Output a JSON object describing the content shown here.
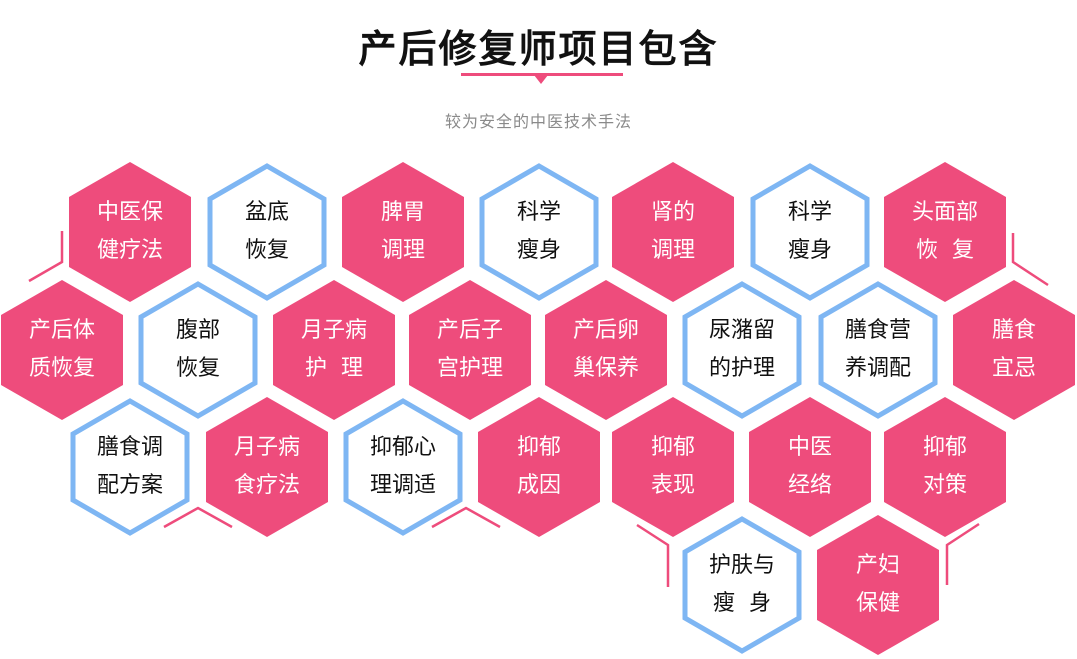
{
  "header": {
    "title": "产后修复师项目包含",
    "subtitle": "较为安全的中医技术手法"
  },
  "colors": {
    "pink": "#EE4C7C",
    "blue": "#7EB6F3",
    "title": "#111111",
    "subtitle": "#8A8A8A"
  },
  "hexagons": [
    {
      "id": "r1c1",
      "row": 1,
      "style": "pink",
      "lines": [
        "中医保",
        "健疗法"
      ]
    },
    {
      "id": "r1c2",
      "row": 1,
      "style": "blue",
      "lines": [
        "盆底",
        "恢复"
      ]
    },
    {
      "id": "r1c3",
      "row": 1,
      "style": "pink",
      "lines": [
        "脾胃",
        "调理"
      ]
    },
    {
      "id": "r1c4",
      "row": 1,
      "style": "blue",
      "lines": [
        "科学",
        "瘦身"
      ]
    },
    {
      "id": "r1c5",
      "row": 1,
      "style": "pink",
      "lines": [
        "肾的",
        "调理"
      ]
    },
    {
      "id": "r1c6",
      "row": 1,
      "style": "blue",
      "lines": [
        "科学",
        "瘦身"
      ]
    },
    {
      "id": "r1c7",
      "row": 1,
      "style": "pink",
      "lines": [
        "头面部",
        "恢  复"
      ]
    },
    {
      "id": "r2c1",
      "row": 2,
      "style": "pink",
      "lines": [
        "产后体",
        "质恢复"
      ]
    },
    {
      "id": "r2c2",
      "row": 2,
      "style": "blue",
      "lines": [
        "腹部",
        "恢复"
      ]
    },
    {
      "id": "r2c3",
      "row": 2,
      "style": "pink",
      "lines": [
        "月子病",
        "护  理"
      ]
    },
    {
      "id": "r2c4",
      "row": 2,
      "style": "pink",
      "lines": [
        "产后子",
        "宫护理"
      ]
    },
    {
      "id": "r2c5",
      "row": 2,
      "style": "pink",
      "lines": [
        "产后卵",
        "巢保养"
      ]
    },
    {
      "id": "r2c6",
      "row": 2,
      "style": "blue",
      "lines": [
        "尿潴留",
        "的护理"
      ]
    },
    {
      "id": "r2c7",
      "row": 2,
      "style": "blue",
      "lines": [
        "膳食营",
        "养调配"
      ]
    },
    {
      "id": "r2c8",
      "row": 2,
      "style": "pink",
      "lines": [
        "膳食",
        "宜忌"
      ]
    },
    {
      "id": "r3c1",
      "row": 3,
      "style": "blue",
      "lines": [
        "膳食调",
        "配方案"
      ]
    },
    {
      "id": "r3c2",
      "row": 3,
      "style": "pink",
      "lines": [
        "月子病",
        "食疗法"
      ]
    },
    {
      "id": "r3c3",
      "row": 3,
      "style": "blue",
      "lines": [
        "抑郁心",
        "理调适"
      ]
    },
    {
      "id": "r3c4",
      "row": 3,
      "style": "pink",
      "lines": [
        "抑郁",
        "成因"
      ]
    },
    {
      "id": "r3c5",
      "row": 3,
      "style": "pink",
      "lines": [
        "抑郁",
        "表现"
      ]
    },
    {
      "id": "r3c6",
      "row": 3,
      "style": "pink",
      "lines": [
        "中医",
        "经络"
      ]
    },
    {
      "id": "r3c7",
      "row": 3,
      "style": "pink",
      "lines": [
        "抑郁",
        "对策"
      ]
    },
    {
      "id": "r4c1",
      "row": 4,
      "style": "blue",
      "lines": [
        "护肤与",
        "瘦  身"
      ]
    },
    {
      "id": "r4c2",
      "row": 4,
      "style": "pink",
      "lines": [
        "产妇",
        "保健"
      ]
    }
  ]
}
